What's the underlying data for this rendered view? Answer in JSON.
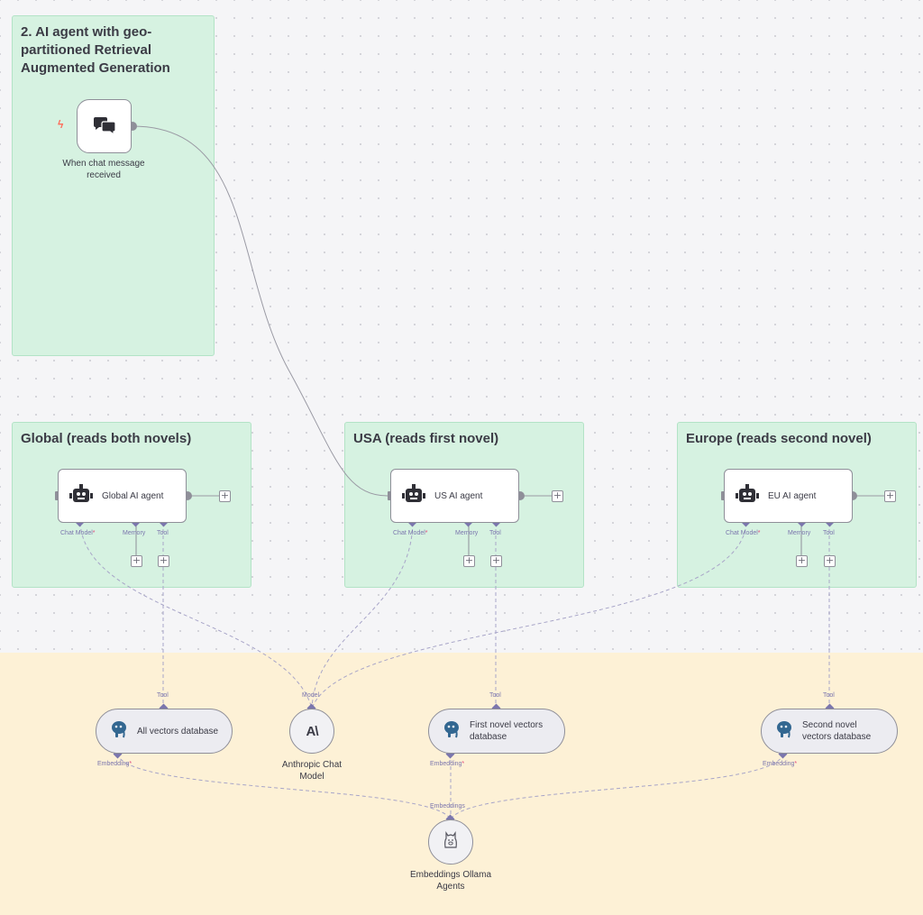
{
  "sticky_notes": {
    "main": "2. AI agent with geo-partitioned Retrieval Augmented Generation",
    "global": "Global (reads both novels)",
    "usa": "USA (reads first novel)",
    "europe": "Europe (reads second novel)"
  },
  "nodes": {
    "trigger": {
      "label": "When chat message received",
      "icon": "chat-bubbles-icon"
    },
    "global_agent": {
      "label": "Global AI agent",
      "icon": "robot-icon"
    },
    "us_agent": {
      "label": "US AI agent",
      "icon": "robot-icon"
    },
    "eu_agent": {
      "label": "EU AI agent",
      "icon": "robot-icon"
    },
    "all_vectors": {
      "label": "All vectors database",
      "icon": "postgres-elephant-icon"
    },
    "first_vectors": {
      "label_line1": "First novel vectors",
      "label_line2": "database",
      "icon": "postgres-elephant-icon"
    },
    "second_vectors": {
      "label_line1": "Second novel",
      "label_line2": "vectors database",
      "icon": "postgres-elephant-icon"
    },
    "anthropic": {
      "label_line1": "Anthropic Chat",
      "label_line2": "Model",
      "icon": "anthropic-icon",
      "icon_text": "A\\"
    },
    "ollama": {
      "label_line1": "Embeddings Ollama",
      "label_line2": "Agents",
      "icon": "ollama-llama-icon"
    }
  },
  "ports": {
    "chat_model": "Chat Model",
    "memory": "Memory",
    "tool": "Tool",
    "model": "Model",
    "embedding": "Embedding",
    "embeddings": "Embeddings",
    "required_mark": "*",
    "add": "+"
  },
  "colors": {
    "sticky_green": "#d6f2e1",
    "bottom_band": "#fdf1d6",
    "port_diamond": "#7b76ad",
    "trigger_bolt": "#ff6d5a",
    "required": "#e0477b"
  }
}
